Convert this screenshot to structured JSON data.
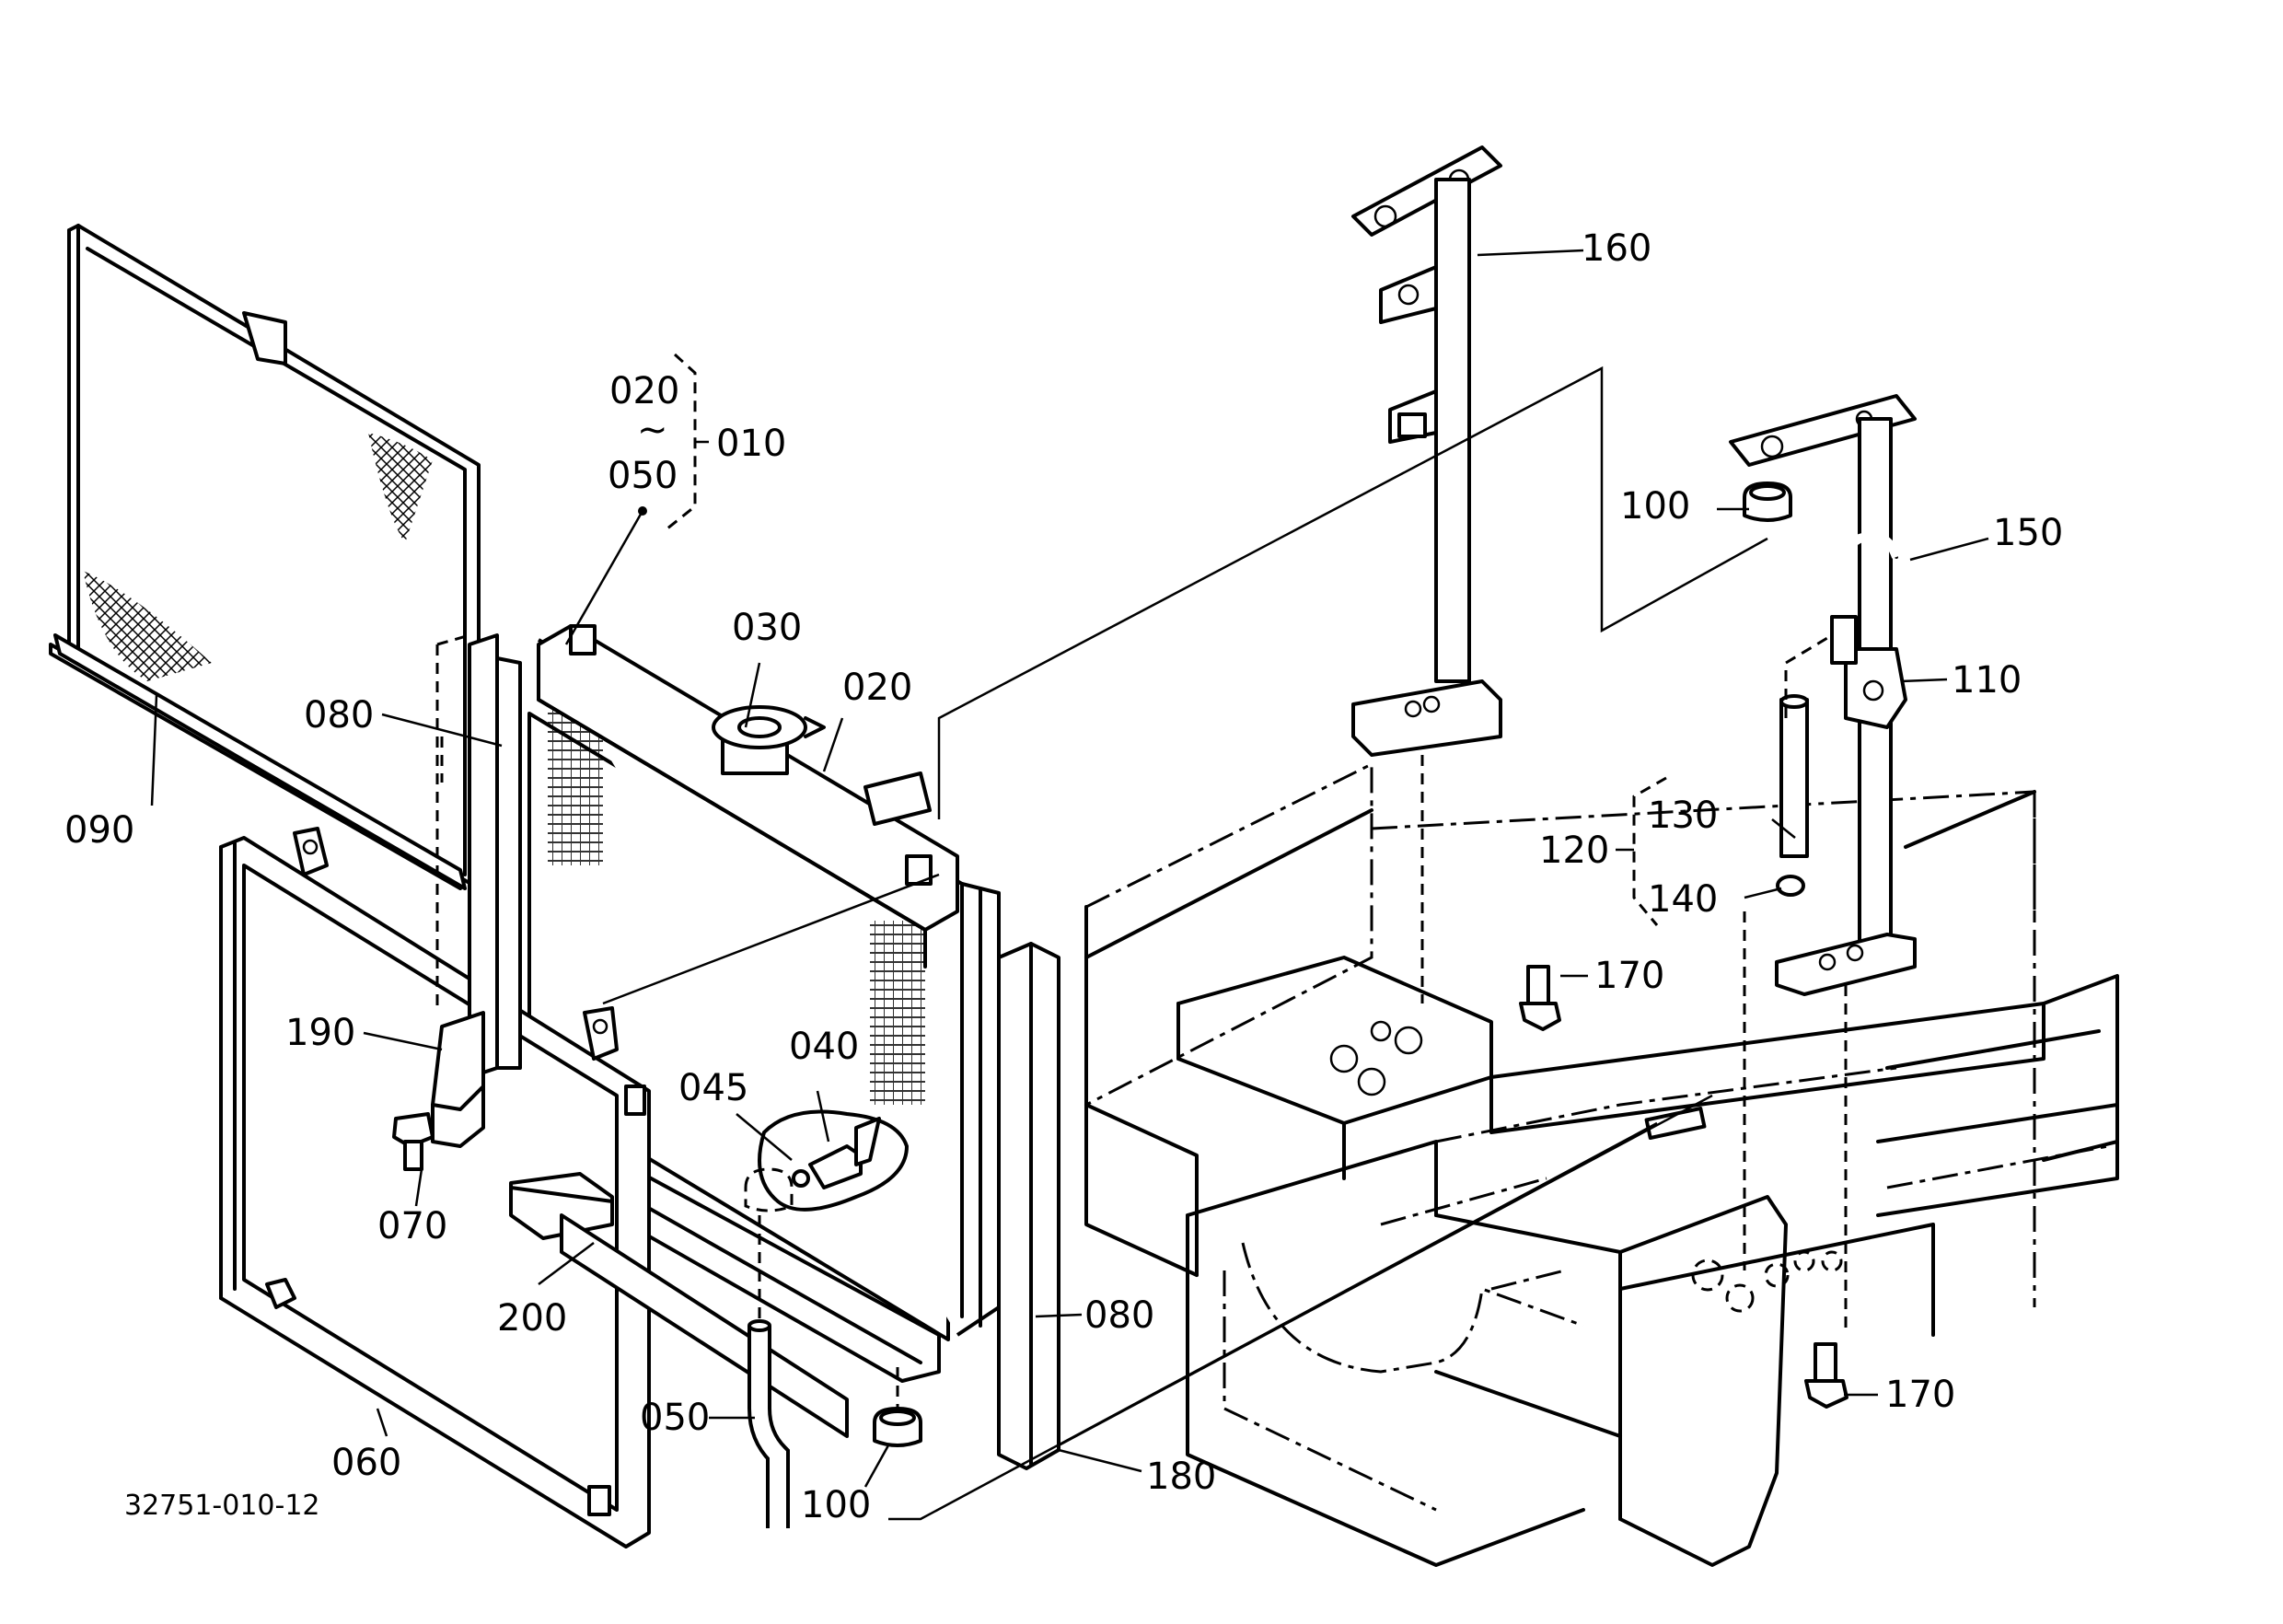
{
  "drawing_code": "32751-010-12",
  "callouts": {
    "c160": "160",
    "c150": "150",
    "c110": "110",
    "c100a": "100",
    "c100b": "100",
    "c120": "120",
    "c130": "130",
    "c140": "140",
    "c170a": "170",
    "c170b": "170",
    "c010": "010",
    "c020a": "020",
    "c020b": "020",
    "tilde": "~",
    "c050a": "050",
    "c050b": "050",
    "c030": "030",
    "c080a": "080",
    "c080b": "080",
    "c090": "090",
    "c190": "190",
    "c070": "070",
    "c040": "040",
    "c045": "045",
    "c200": "200",
    "c060": "060",
    "c180": "180"
  }
}
